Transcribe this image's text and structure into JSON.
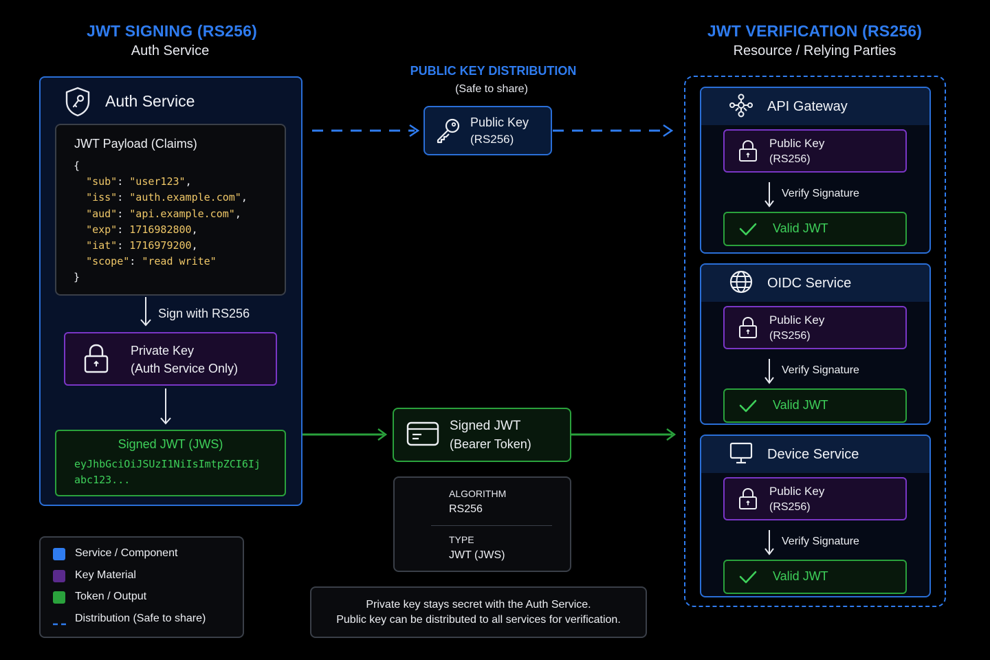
{
  "signing": {
    "title": "JWT SIGNING (RS256)",
    "subtitle": "Auth Service"
  },
  "verification": {
    "title": "JWT VERIFICATION (RS256)",
    "subtitle": "Resource / Relying Parties"
  },
  "distribution": {
    "title": "PUBLIC KEY DISTRIBUTION",
    "subtitle": "(Safe to share)"
  },
  "auth_service": {
    "name": "Auth Service",
    "payload_title": "JWT Payload (Claims)",
    "payload_lines": [
      {
        "text": "{"
      },
      {
        "key": "\"sub\"",
        "sep": ": ",
        "val": "\"user123\"",
        "end": ","
      },
      {
        "key": "\"iss\"",
        "sep": ": ",
        "val": "\"auth.example.com\"",
        "end": ","
      },
      {
        "key": "\"aud\"",
        "sep": ": ",
        "val": "\"api.example.com\"",
        "end": ","
      },
      {
        "key": "\"exp\"",
        "sep": ": ",
        "val": "1716982800",
        "end": ","
      },
      {
        "key": "\"iat\"",
        "sep": ": ",
        "val": "1716979200",
        "end": ","
      },
      {
        "key": "\"scope\"",
        "sep": ": ",
        "val": "\"read write\"",
        "end": ""
      },
      {
        "text": "}"
      }
    ],
    "sign_label": "Sign with RS256",
    "private_key_line1": "Private Key",
    "private_key_line2": "(Auth Service Only)",
    "signed_title": "Signed JWT (JWS)",
    "signed_token_line1": "eyJhbGciOiJSUzI1NiIsImtpZCI6Ij",
    "signed_token_line2": "abc123..."
  },
  "public_key": {
    "line1": "Public Key",
    "line2": "(RS256)"
  },
  "bearer": {
    "line1": "Signed JWT",
    "line2": "(Bearer Token)"
  },
  "token_info": {
    "alg_label": "ALGORITHM",
    "alg_value": "RS256",
    "type_label": "TYPE",
    "type_value": "JWT (JWS)"
  },
  "note": {
    "line1": "Private key stays secret with the Auth Service.",
    "line2": "Public key can be distributed to all services for verification."
  },
  "services": [
    {
      "name": "API Gateway",
      "icon": "network-icon",
      "key_line1": "Public Key",
      "key_line2": "(RS256)",
      "verify": "Verify Signature",
      "valid": "Valid JWT"
    },
    {
      "name": "OIDC Service",
      "icon": "globe-icon",
      "key_line1": "Public Key",
      "key_line2": "(RS256)",
      "verify": "Verify Signature",
      "valid": "Valid JWT"
    },
    {
      "name": "Device Service",
      "icon": "monitor-icon",
      "key_line1": "Public Key",
      "key_line2": "(RS256)",
      "verify": "Verify Signature",
      "valid": "Valid JWT"
    }
  ],
  "legend": [
    {
      "label": "Service / Component",
      "color": "#2f7cf0"
    },
    {
      "label": "Key Material",
      "color": "#5a2a8c"
    },
    {
      "label": "Token / Output",
      "color": "#2aa23c"
    },
    {
      "label": "Distribution (Safe to share)",
      "color": "#2f7cf0"
    }
  ]
}
